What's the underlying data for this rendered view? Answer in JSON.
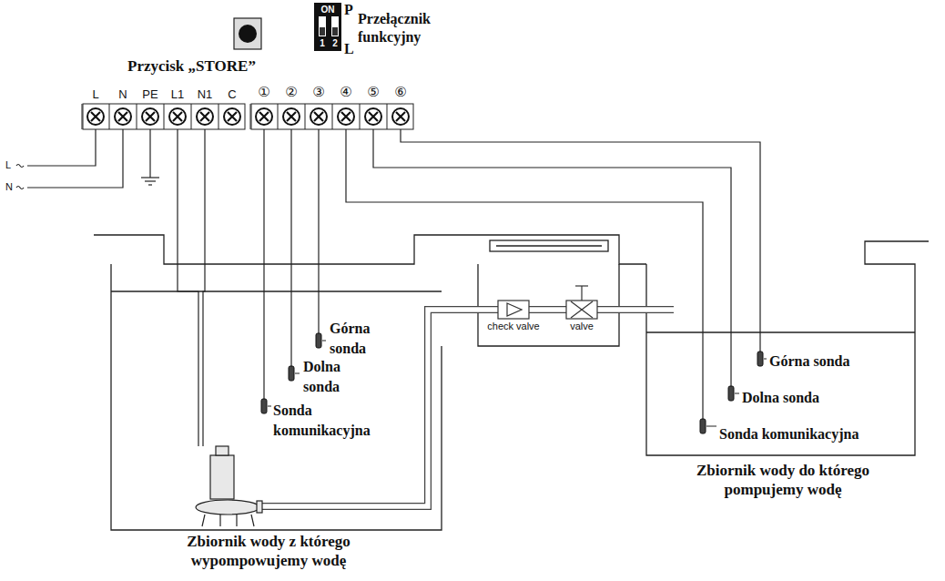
{
  "diagram": {
    "nodes": [
      {
        "text": [
          "Górna sonda",
          "Dolna sonda",
          "Sonda komunikacyjna",
          "Zbiornik wody z którego wypompowujemy wodę"
        ]
      },
      {
        "text": [
          "Górna sonda",
          "Dolna sonda",
          "Sonda komunikacyjna",
          "Zbiornik wody do którego pompujemy wodę"
        ]
      }
    ],
    "labels": [
      "Przycisk „STORE”",
      "ON",
      "1",
      "2",
      "P",
      "Przełącznik funkcyjny",
      "L",
      "L",
      "N",
      "PE",
      "L1",
      "N1",
      "C",
      "①",
      "②",
      "③",
      "④",
      "⑤",
      "⑥",
      "L",
      "N",
      "check valve",
      "valve"
    ]
  }
}
